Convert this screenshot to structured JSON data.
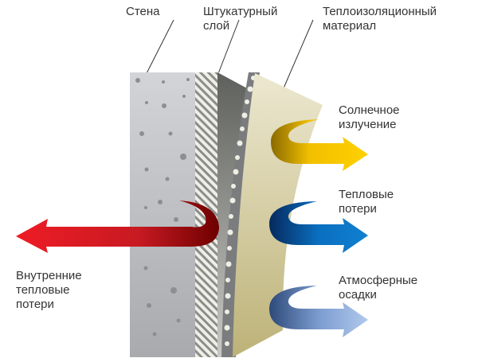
{
  "labels": {
    "wall": "Стена",
    "plaster": "Штукатурный\nслой",
    "insulation": "Теплоизоляционный\nматериал",
    "solar": "Солнечное\nизлучение",
    "heat_loss": "Тепловые\nпотери",
    "precip": "Атмосферные\nосадки",
    "internal": "Внутренние\nтепловые\nпотери"
  },
  "colors": {
    "red": "#e8202a",
    "yellow": "#f5c400",
    "blue": "#0a6fc0",
    "lightblue": "#a8c4e8",
    "wall": "#b9bbc0",
    "insulation": "#dcd6a8"
  }
}
